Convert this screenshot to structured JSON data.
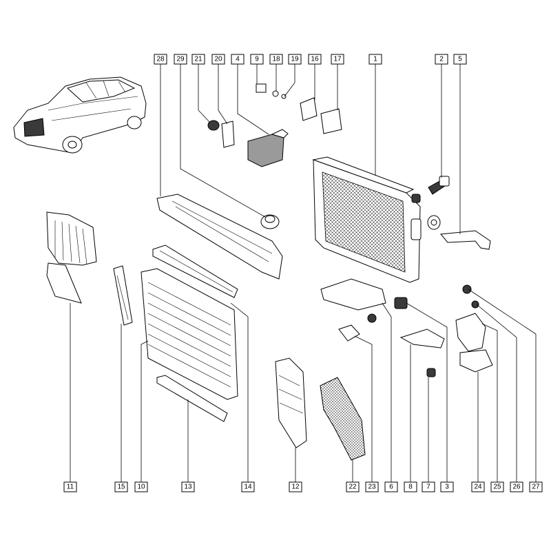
{
  "diagram": {
    "callouts": [
      {
        "id": "c28",
        "label": "28"
      },
      {
        "id": "c29",
        "label": "29"
      },
      {
        "id": "c21",
        "label": "21"
      },
      {
        "id": "c20",
        "label": "20"
      },
      {
        "id": "c4",
        "label": "4"
      },
      {
        "id": "c9",
        "label": "9"
      },
      {
        "id": "c18",
        "label": "18"
      },
      {
        "id": "c19",
        "label": "19"
      },
      {
        "id": "c16",
        "label": "16"
      },
      {
        "id": "c17",
        "label": "17"
      },
      {
        "id": "c1",
        "label": "1"
      },
      {
        "id": "c2",
        "label": "2"
      },
      {
        "id": "c5",
        "label": "5"
      },
      {
        "id": "c11",
        "label": "11"
      },
      {
        "id": "c15",
        "label": "15"
      },
      {
        "id": "c10",
        "label": "10"
      },
      {
        "id": "c13",
        "label": "13"
      },
      {
        "id": "c14",
        "label": "14"
      },
      {
        "id": "c12",
        "label": "12"
      },
      {
        "id": "c22",
        "label": "22"
      },
      {
        "id": "c23",
        "label": "23"
      },
      {
        "id": "c6",
        "label": "6"
      },
      {
        "id": "c8",
        "label": "8"
      },
      {
        "id": "c7",
        "label": "7"
      },
      {
        "id": "c3",
        "label": "3"
      },
      {
        "id": "c24",
        "label": "24"
      },
      {
        "id": "c25",
        "label": "25"
      },
      {
        "id": "c26",
        "label": "26"
      },
      {
        "id": "c27",
        "label": "27"
      }
    ]
  }
}
